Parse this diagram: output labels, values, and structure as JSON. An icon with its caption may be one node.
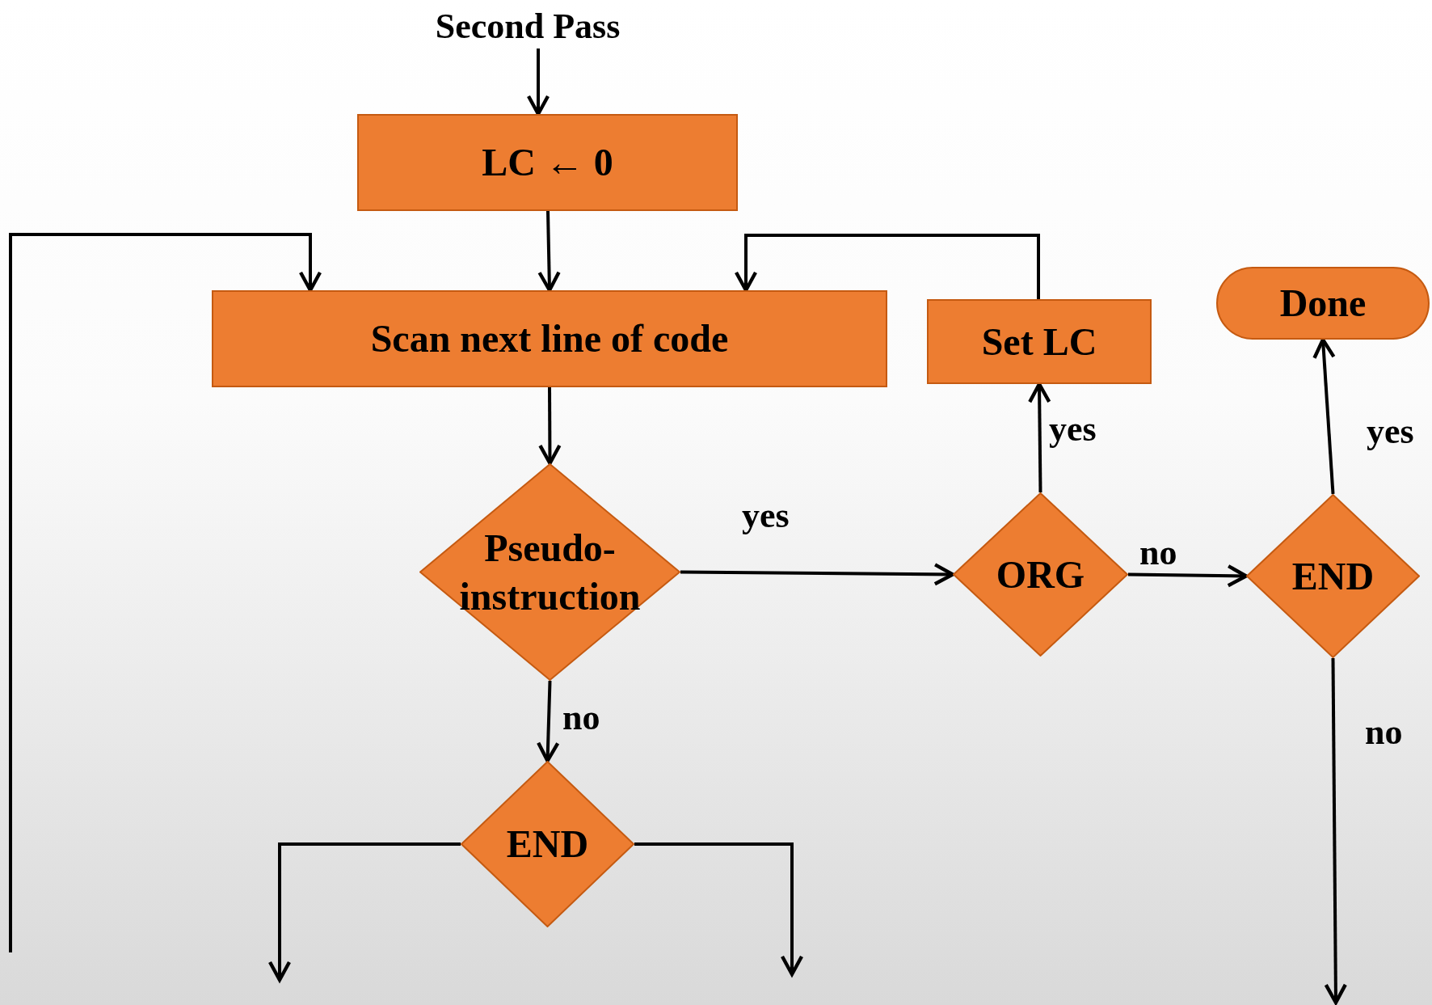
{
  "diagram": {
    "nodes": [
      {
        "text": [
          "Second Pass"
        ]
      },
      {
        "text": [
          "LC ← 0"
        ]
      },
      {
        "text": [
          "Scan next line of code"
        ]
      },
      {
        "text": [
          "Set LC"
        ]
      },
      {
        "text": [
          "Done"
        ]
      },
      {
        "text": [
          "Pseudo-instruction"
        ]
      },
      {
        "text": [
          "ORG"
        ]
      },
      {
        "text": [
          "END"
        ]
      },
      {
        "text": [
          "END"
        ]
      }
    ],
    "edges": [
      {
        "from": 0,
        "to": 1,
        "arrow": "to"
      },
      {
        "from": 1,
        "to": 2,
        "arrow": "to"
      },
      {
        "from": 2,
        "to": 5,
        "arrow": "to"
      },
      {
        "from": 5,
        "to": 6,
        "arrow": "to",
        "label": "yes"
      },
      {
        "from": 5,
        "to": 8,
        "arrow": "to",
        "label": "no"
      },
      {
        "from": 6,
        "to": 3,
        "arrow": "to",
        "label": "yes"
      },
      {
        "from": 3,
        "to": 2,
        "arrow": "to"
      },
      {
        "from": 6,
        "to": 7,
        "arrow": "to",
        "label": "no"
      },
      {
        "from": 7,
        "to": 4,
        "arrow": "to",
        "label": "yes"
      },
      {
        "from": 7,
        "to": null,
        "arrow": "to",
        "label": "no"
      },
      {
        "from": 8,
        "to": null,
        "arrow": "to"
      },
      {
        "from": 8,
        "to": null,
        "arrow": "to"
      },
      {
        "from": null,
        "to": 2,
        "arrow": "to"
      }
    ]
  }
}
